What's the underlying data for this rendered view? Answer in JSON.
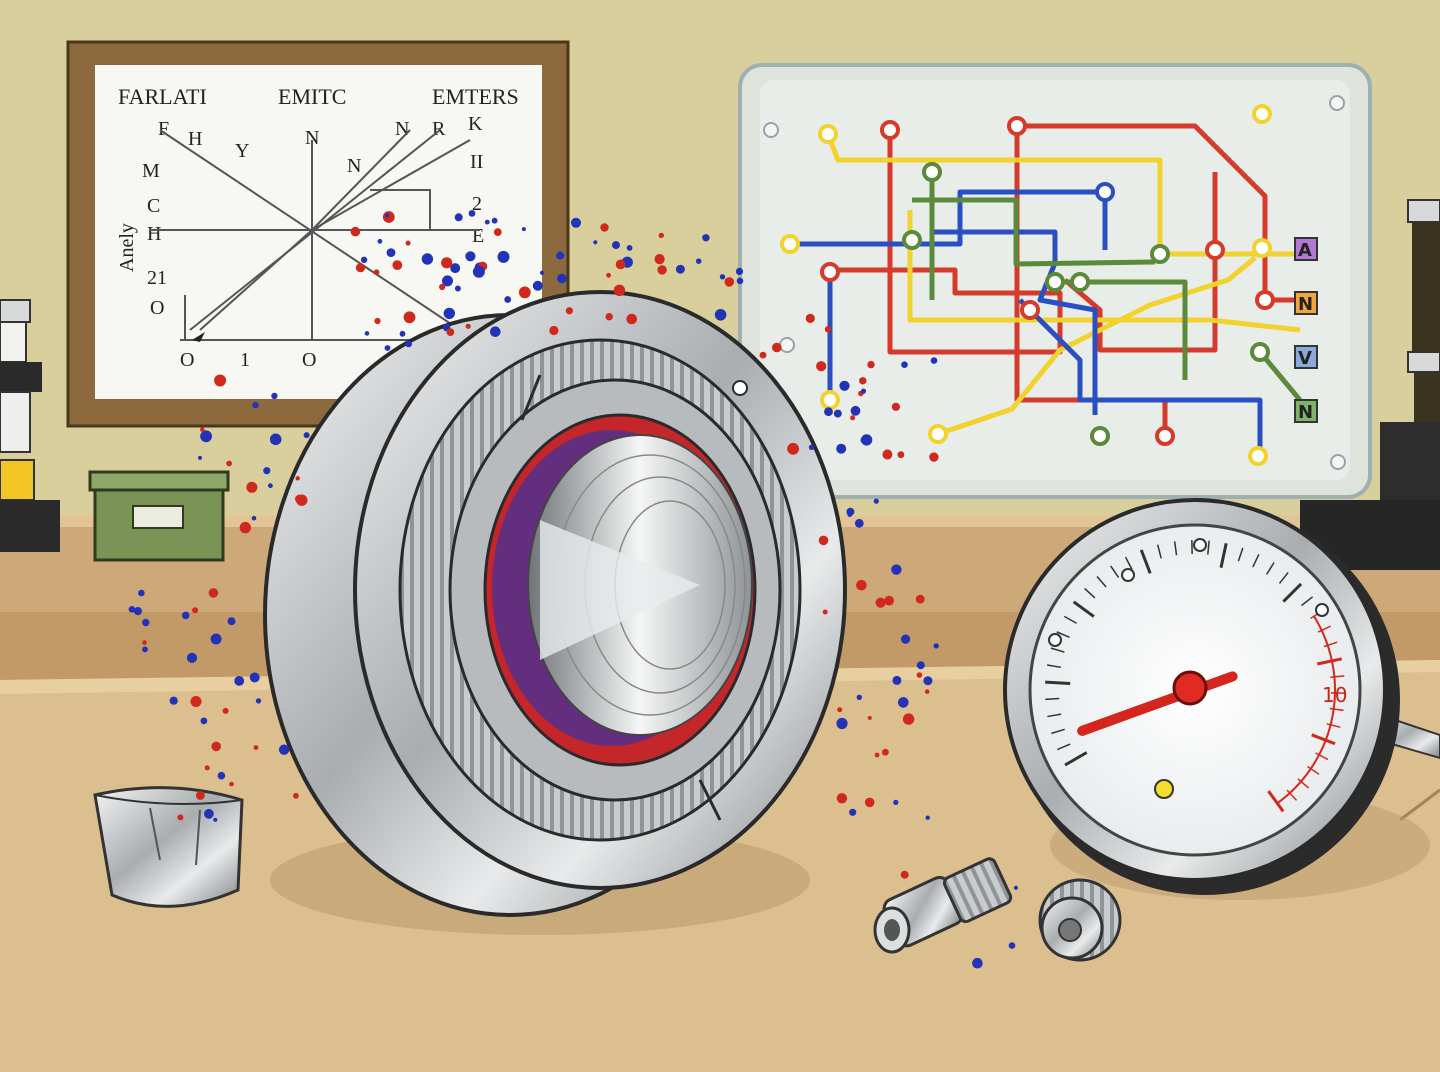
{
  "whiteboard": {
    "headings": [
      "FARLATI",
      "EMITC",
      "EMTERS"
    ],
    "letters": [
      "F",
      "H",
      "Y",
      "N",
      "N",
      "R",
      "K",
      "N",
      "M",
      "C",
      "H",
      "II",
      "2",
      "E",
      "21",
      "O",
      "O",
      "1",
      "O"
    ],
    "side_label": "Anely"
  },
  "transit_panel": {
    "tags": [
      {
        "label": "A",
        "color": "#b07ad0"
      },
      {
        "label": "N",
        "color": "#f2a640"
      },
      {
        "label": "V",
        "color": "#8aa8d8"
      },
      {
        "label": "N",
        "color": "#7fb26a"
      }
    ],
    "line_colors": {
      "red": "#d63a2b",
      "yellow": "#f2d22c",
      "blue": "#2a4fc2",
      "green": "#5c8a3c"
    }
  },
  "gauge": {
    "scale_label": "10",
    "needle_level": 0.72
  },
  "colors": {
    "wall": "#d8cf9c",
    "desk": "#dcbf8e",
    "particle_red": "#d0281c",
    "particle_blue": "#2233b8",
    "metal": "#bfc2c4"
  }
}
